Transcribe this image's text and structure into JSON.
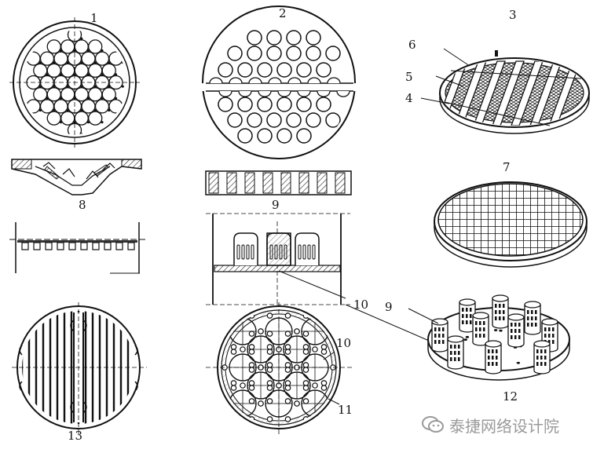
{
  "labels": {
    "l1": "1",
    "l2": "2",
    "l3": "3",
    "l4": "4",
    "l5": "5",
    "l6": "6",
    "l7": "7",
    "l8": "8",
    "l9a": "9",
    "l9b": "9",
    "l10a": "10",
    "l10b": "10",
    "l11": "11",
    "l12": "12",
    "l13": "13"
  },
  "watermark": {
    "text": "泰捷网络设计院",
    "icon": "wechat-icon",
    "color": "#9a9a9a"
  }
}
